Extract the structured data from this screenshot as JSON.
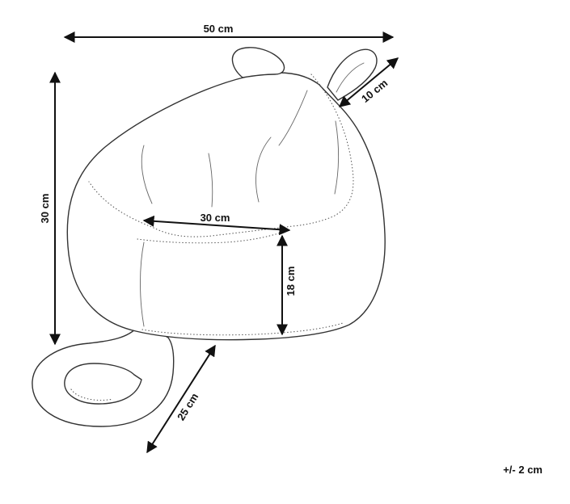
{
  "dimensions": {
    "overall_width": "50 cm",
    "overall_height": "30 cm",
    "ear": "10 cm",
    "seat_width": "30 cm",
    "seat_height": "18 cm",
    "tail": "25 cm"
  },
  "tolerance": "+/- 2 cm",
  "colors": {
    "line": "#333333",
    "dimension": "#111111",
    "background": "#ffffff"
  }
}
